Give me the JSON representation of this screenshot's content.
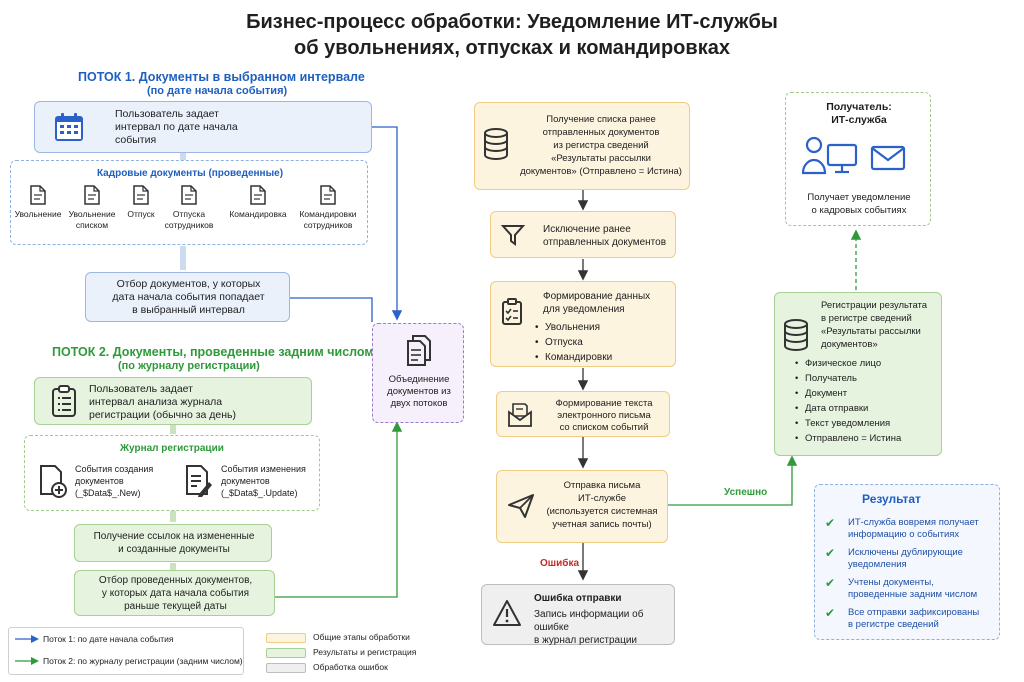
{
  "title": {
    "line1": "Бизнес-процесс обработки: Уведомление ИТ-службы",
    "line2": "об увольнениях, отпусках и командировках"
  },
  "flow1": {
    "heading": "ПОТОК 1.   Документы в выбранном интервале",
    "subheading": "(по дате начала события)",
    "step1": {
      "line1": "Пользователь задает",
      "line2": "интервал по дате начала",
      "line3": "события"
    },
    "hr_docs": {
      "title": "Кадровые документы (проведенные)",
      "items": [
        {
          "l1": "Увольнение",
          "l2": ""
        },
        {
          "l1": "Увольнение",
          "l2": "списком"
        },
        {
          "l1": "Отпуск",
          "l2": ""
        },
        {
          "l1": "Отпуска",
          "l2": "сотрудников"
        },
        {
          "l1": "Командировка",
          "l2": ""
        },
        {
          "l1": "Командировки",
          "l2": "сотрудников"
        }
      ]
    },
    "step3": {
      "line1": "Отбор документов, у которых",
      "line2": "дата начала события попадает",
      "line3": "в выбранный интервал"
    }
  },
  "flow2": {
    "heading": "ПОТОК 2.   Документы, проведенные задним числом",
    "subheading": "(по журналу регистрации)",
    "step1": {
      "line1": "Пользователь задает",
      "line2": "интервал анализа журнала",
      "line3": "регистрации (обычно за день)"
    },
    "journal": {
      "title": "Журнал регистрации",
      "create": {
        "line1": "События создания",
        "line2": "документов",
        "line3": "(_$Data$_.New)"
      },
      "update": {
        "line1": "События изменения",
        "line2": "документов",
        "line3": "(_$Data$_.Update)"
      }
    },
    "step3": {
      "line1": "Получение ссылок на измененные",
      "line2": "и созданные документы"
    },
    "step4": {
      "line1": "Отбор проведенных документов,",
      "line2": "у которых дата начала события",
      "line3": "раньше текущей даты"
    }
  },
  "merge": {
    "line1": "Объединение",
    "line2": "документов из",
    "line3": "двух потоков"
  },
  "center": {
    "s1": {
      "line1": "Получение списка ранее",
      "line2": "отправленных документов",
      "line3": "из регистра сведений",
      "line4": "«Результаты рассылки",
      "line5": "документов» (Отправлено = Истина)"
    },
    "s2": {
      "line1": "Исключение ранее",
      "line2": "отправленных документов"
    },
    "s3": {
      "line1": "Формирование данных",
      "line2": "для уведомления",
      "items": [
        "Увольнения",
        "Отпуска",
        "Командировки"
      ]
    },
    "s4": {
      "line1": "Формирование текста",
      "line2": "электронного письма",
      "line3": "со списком событий"
    },
    "s5": {
      "line1": "Отправка письма",
      "line2": "ИТ-службе",
      "line3": "(используется системная",
      "line4": "учетная запись почты)"
    },
    "error_label": "Ошибка",
    "success_label": "Успешно",
    "err": {
      "title": "Ошибка отправки",
      "line1": "Запись информации об ошибке",
      "line2": "в журнал регистрации"
    }
  },
  "recipient": {
    "title1": "Получатель:",
    "title2": "ИТ-служба",
    "line1": "Получает уведомление",
    "line2": "о кадровых событиях"
  },
  "register": {
    "line1": "Регистрации результата",
    "line2": "в регистре сведений",
    "line3": "«Результаты рассылки",
    "line4": "документов»",
    "items": [
      "Физическое лицо",
      "Получатель",
      "Документ",
      "Дата отправки",
      "Текст уведомления",
      "Отправлено = Истина"
    ]
  },
  "result": {
    "title": "Результат",
    "items": [
      {
        "l1": "ИТ-служба вовремя получает",
        "l2": "информацию о событиях"
      },
      {
        "l1": "Исключены дублирующие",
        "l2": "уведомления"
      },
      {
        "l1": "Учтены документы,",
        "l2": "проведенные задним числом"
      },
      {
        "l1": "Все отправки зафиксированы",
        "l2": "в регистре сведений"
      }
    ]
  },
  "legend": {
    "flow1": "Поток 1: по дате начала события",
    "flow2": "Поток 2: по журналу регистрации (задним числом)",
    "common": "Общие этапы обработки",
    "results": "Результаты и регистрация",
    "errors": "Обработка ошибок"
  },
  "colors": {
    "blue": "#2a62c9",
    "green": "#2e9a3a",
    "yellow": "#f0cc85",
    "gray": "#bdbdbd",
    "purple": "#9a7cc7"
  }
}
